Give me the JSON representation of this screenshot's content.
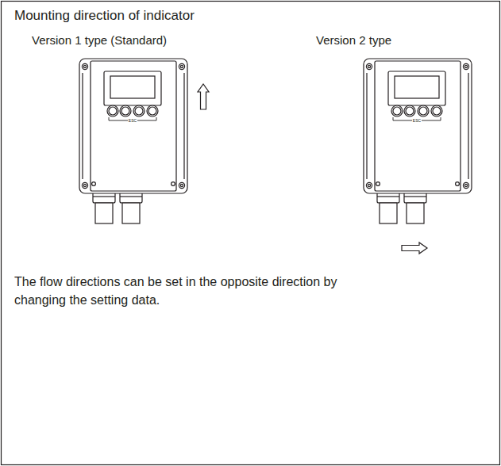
{
  "diagram": {
    "title": "Mounting direction of indicator",
    "labels": [
      "Version 1 type (Standard)",
      "Version 2 type",
      "ESC",
      "ESC",
      "The flow directions can be set in the opposite direction by changing the setting data."
    ]
  }
}
